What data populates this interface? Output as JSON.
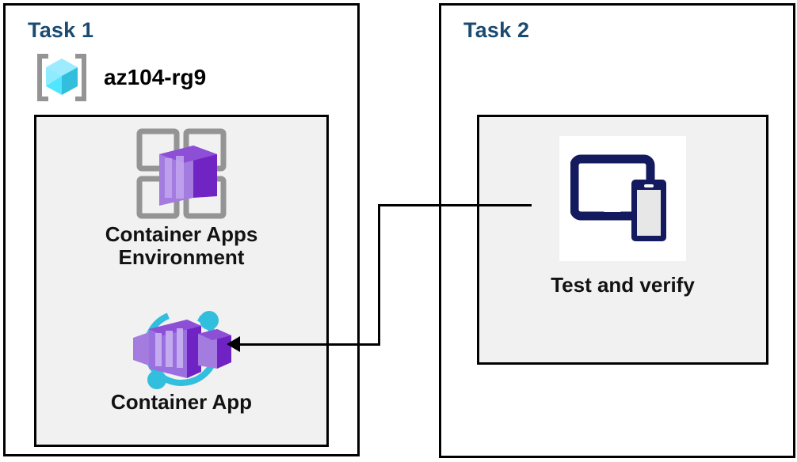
{
  "diagram": {
    "title": "Azure Container Apps task diagram",
    "background_color": "#ffffff",
    "panel_border_color": "#000000",
    "inner_box_fill": "#f1f1f1",
    "task_title_color": "#1b4b72",
    "accent_purple": "#8661c5",
    "accent_cyan": "#32bedd",
    "accent_navy": "#141a5e"
  },
  "task1": {
    "title": "Task 1",
    "resource_group": {
      "name": "az104-rg9",
      "icon": "resource-group-icon"
    },
    "resources": [
      {
        "caption": "Container Apps\nEnvironment",
        "icon": "container-apps-environment-icon"
      },
      {
        "caption": "Container App",
        "icon": "container-app-icon"
      }
    ]
  },
  "task2": {
    "title": "Task 2",
    "resources": [
      {
        "caption": "Test and verify",
        "icon": "devices-test-verify-icon"
      }
    ]
  },
  "connector": {
    "from": "Test and verify",
    "to": "Container App",
    "arrow_direction": "left",
    "color": "#000000"
  }
}
